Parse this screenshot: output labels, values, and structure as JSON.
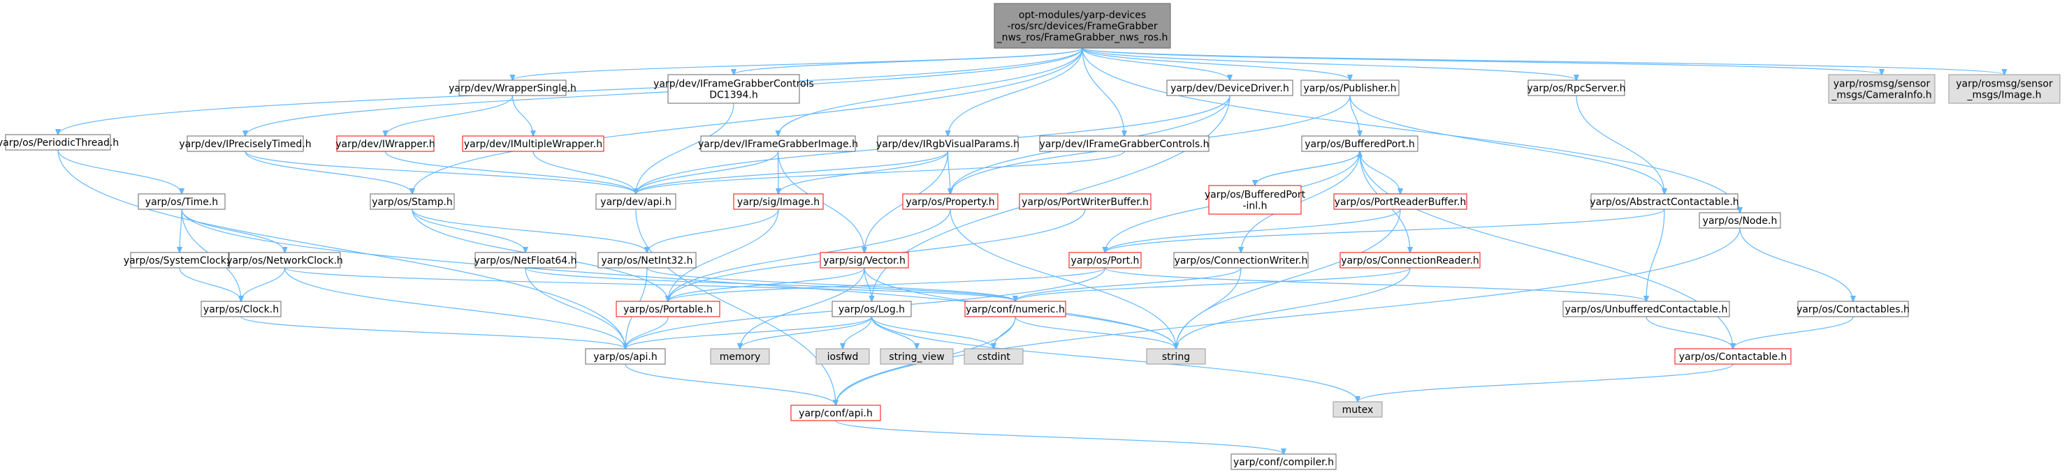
{
  "colors": {
    "edge": "#63b8ff",
    "root_fill": "#999999",
    "root_border": "#666666",
    "normal_fill": "#ffffff",
    "normal_border": "#666666",
    "truncated_border": "#ff0000",
    "truncated_fill": "#fff0f0",
    "external_fill": "#e0e0e0",
    "external_border": "#999999"
  },
  "nodes": [
    {
      "id": "root",
      "kind": "root",
      "lines": [
        "opt-modules/yarp-devices",
        "-ros/src/devices/FrameGrabber",
        "_nws_ros/FrameGrabber_nws_ros.h"
      ]
    },
    {
      "id": "periodicthread",
      "kind": "normal",
      "lines": [
        "yarp/os/PeriodicThread.h"
      ]
    },
    {
      "id": "ipreciselytimed",
      "kind": "normal",
      "lines": [
        "yarp/dev/IPreciselyTimed.h"
      ]
    },
    {
      "id": "wrappersingle",
      "kind": "normal",
      "lines": [
        "yarp/dev/WrapperSingle.h"
      ]
    },
    {
      "id": "iframegrabbercontrolsdc1394",
      "kind": "normal",
      "lines": [
        "yarp/dev/IFrameGrabberControls",
        "DC1394.h"
      ]
    },
    {
      "id": "iframegrabberimage",
      "kind": "normal",
      "lines": [
        "yarp/dev/IFrameGrabberImage.h"
      ]
    },
    {
      "id": "irgbvisualparams",
      "kind": "normal",
      "lines": [
        "yarp/dev/IRgbVisualParams.h"
      ]
    },
    {
      "id": "iframegrabbercontrols",
      "kind": "normal",
      "lines": [
        "yarp/dev/IFrameGrabberControls.h"
      ]
    },
    {
      "id": "devicedriver",
      "kind": "normal",
      "lines": [
        "yarp/dev/DeviceDriver.h"
      ]
    },
    {
      "id": "publisher",
      "kind": "normal",
      "lines": [
        "yarp/os/Publisher.h"
      ]
    },
    {
      "id": "rpcserver",
      "kind": "normal",
      "lines": [
        "yarp/os/RpcServer.h"
      ]
    },
    {
      "id": "camerainfo",
      "kind": "external",
      "lines": [
        "yarp/rosmsg/sensor",
        "_msgs/CameraInfo.h"
      ]
    },
    {
      "id": "sensorimage",
      "kind": "external",
      "lines": [
        "yarp/rosmsg/sensor",
        "_msgs/Image.h"
      ]
    },
    {
      "id": "node",
      "kind": "normal",
      "lines": [
        "yarp/os/Node.h"
      ]
    },
    {
      "id": "iwrapper",
      "kind": "truncated",
      "lines": [
        "yarp/dev/IWrapper.h"
      ]
    },
    {
      "id": "imultiplewrapper",
      "kind": "truncated",
      "lines": [
        "yarp/dev/IMultipleWrapper.h"
      ]
    },
    {
      "id": "time",
      "kind": "normal",
      "lines": [
        "yarp/os/Time.h"
      ]
    },
    {
      "id": "stamp",
      "kind": "normal",
      "lines": [
        "yarp/os/Stamp.h"
      ]
    },
    {
      "id": "devapi",
      "kind": "normal",
      "lines": [
        "yarp/dev/api.h"
      ]
    },
    {
      "id": "sigimage",
      "kind": "truncated",
      "lines": [
        "yarp/sig/Image.h"
      ]
    },
    {
      "id": "property",
      "kind": "truncated",
      "lines": [
        "yarp/os/Property.h"
      ]
    },
    {
      "id": "bufferedport",
      "kind": "normal",
      "lines": [
        "yarp/os/BufferedPort.h"
      ]
    },
    {
      "id": "bufferedportinl",
      "kind": "truncated",
      "lines": [
        "yarp/os/BufferedPort",
        "-inl.h"
      ]
    },
    {
      "id": "portwriterbuffer",
      "kind": "truncated",
      "lines": [
        "yarp/os/PortWriterBuffer.h"
      ]
    },
    {
      "id": "portreaderbuffer",
      "kind": "truncated",
      "lines": [
        "yarp/os/PortReaderBuffer.h"
      ]
    },
    {
      "id": "abstractcontactable",
      "kind": "normal",
      "lines": [
        "yarp/os/AbstractContactable.h"
      ]
    },
    {
      "id": "systemclock",
      "kind": "normal",
      "lines": [
        "yarp/os/SystemClock.h"
      ]
    },
    {
      "id": "networkclock",
      "kind": "normal",
      "lines": [
        "yarp/os/NetworkClock.h"
      ]
    },
    {
      "id": "netfloat64",
      "kind": "normal",
      "lines": [
        "yarp/os/NetFloat64.h"
      ]
    },
    {
      "id": "netint32",
      "kind": "normal",
      "lines": [
        "yarp/os/NetInt32.h"
      ]
    },
    {
      "id": "sigvector",
      "kind": "truncated",
      "lines": [
        "yarp/sig/Vector.h"
      ]
    },
    {
      "id": "port",
      "kind": "truncated",
      "lines": [
        "yarp/os/Port.h"
      ]
    },
    {
      "id": "connectionwriter",
      "kind": "normal",
      "lines": [
        "yarp/os/ConnectionWriter.h"
      ]
    },
    {
      "id": "connectionreader",
      "kind": "truncated",
      "lines": [
        "yarp/os/ConnectionReader.h"
      ]
    },
    {
      "id": "clock",
      "kind": "normal",
      "lines": [
        "yarp/os/Clock.h"
      ]
    },
    {
      "id": "portable",
      "kind": "truncated",
      "lines": [
        "yarp/os/Portable.h"
      ]
    },
    {
      "id": "log",
      "kind": "normal",
      "lines": [
        "yarp/os/Log.h"
      ]
    },
    {
      "id": "numeric",
      "kind": "truncated",
      "lines": [
        "yarp/conf/numeric.h"
      ]
    },
    {
      "id": "unbufferedcontactable",
      "kind": "normal",
      "lines": [
        "yarp/os/UnbufferedContactable.h"
      ]
    },
    {
      "id": "contactables",
      "kind": "normal",
      "lines": [
        "yarp/os/Contactables.h"
      ]
    },
    {
      "id": "osapi",
      "kind": "normal",
      "lines": [
        "yarp/os/api.h"
      ]
    },
    {
      "id": "memory",
      "kind": "external",
      "lines": [
        "memory"
      ]
    },
    {
      "id": "iosfwd",
      "kind": "external",
      "lines": [
        "iosfwd"
      ]
    },
    {
      "id": "string_view",
      "kind": "external",
      "lines": [
        "string_view"
      ]
    },
    {
      "id": "cstdint",
      "kind": "external",
      "lines": [
        "cstdint"
      ]
    },
    {
      "id": "string",
      "kind": "external",
      "lines": [
        "string"
      ]
    },
    {
      "id": "contactable",
      "kind": "truncated",
      "lines": [
        "yarp/os/Contactable.h"
      ]
    },
    {
      "id": "mutex",
      "kind": "external",
      "lines": [
        "mutex"
      ]
    },
    {
      "id": "confapi",
      "kind": "truncated",
      "lines": [
        "yarp/conf/api.h"
      ]
    },
    {
      "id": "compiler",
      "kind": "normal",
      "lines": [
        "yarp/conf/compiler.h"
      ]
    }
  ]
}
